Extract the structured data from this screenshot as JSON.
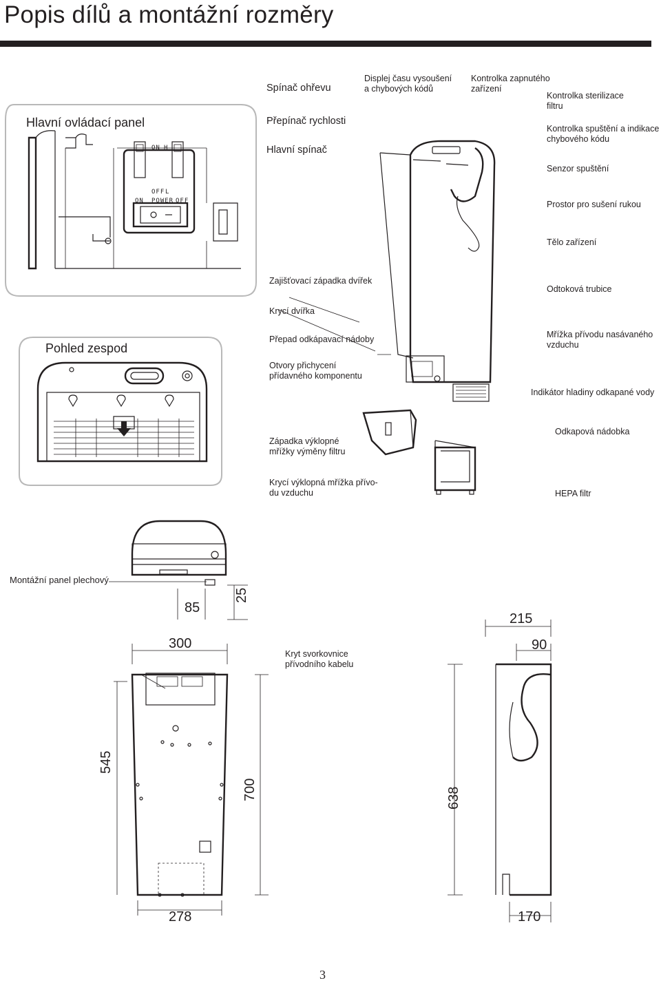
{
  "page": {
    "title": "Popis dílů a montážní rozměry",
    "page_number": "3"
  },
  "panels": {
    "control_panel_title": "Hlavní ovládací panel",
    "bottom_view_title": "Pohled zespod",
    "mounting_plate_title": "Montážní panel plechový"
  },
  "switch_labels": {
    "on_top": "ON",
    "h": "H",
    "off": "OFF",
    "l": "L",
    "on": "ON",
    "power": "POWER",
    "off2": "OFF"
  },
  "callouts": {
    "heater_switch": "Spínač ohřevu",
    "speed_switch": "Přepínač rychlosti",
    "main_switch": "Hlavní spínač",
    "display": [
      "Displej času vysoušení",
      "a chybových kódů"
    ],
    "power_indicator": [
      "Kontrolka zapnutého",
      "zařízení"
    ],
    "sterilization_indicator": [
      "Kontrolka sterilizace",
      "filtru"
    ],
    "start_indicator": [
      "Kontrolka spuštění a indikace",
      "chybového kódu"
    ],
    "start_sensor": "Senzor spuštění",
    "drying_space": "Prostor pro sušení rukou",
    "device_body": "Tělo zařízení",
    "door_latch": "Zajišťovací západka dvířek",
    "drain_pipe": "Odtoková trubice",
    "cover_door": "Krycí dvířka",
    "drip_tray_partition": "Přepad odkápavací nádoby",
    "intake_grille": [
      "Mřížka přívodu nasávaného",
      "vzduchu"
    ],
    "mounting_holes": [
      "Otvory přichycení",
      "přídavného komponentu"
    ],
    "water_level_indicator": "Indikátor hladiny odkapané vody",
    "filter_latch": [
      "Západka výklopné",
      "mřížky výměny filtru"
    ],
    "drip_container": "Odkapová nádobka",
    "intake_cover_grille": [
      "Krycí výklopná mřížka přívo-",
      "du vzduchu"
    ],
    "hepa_filter": "HEPA filtr",
    "terminal_cover": [
      "Kryt svorkovnice",
      "přívodního kabelu"
    ]
  },
  "dimensions": {
    "d85": "85",
    "d25": "25",
    "d300": "300",
    "d545": "545",
    "d700": "700",
    "d278": "278",
    "d215": "215",
    "d90": "90",
    "d638": "638",
    "d170": "170"
  }
}
